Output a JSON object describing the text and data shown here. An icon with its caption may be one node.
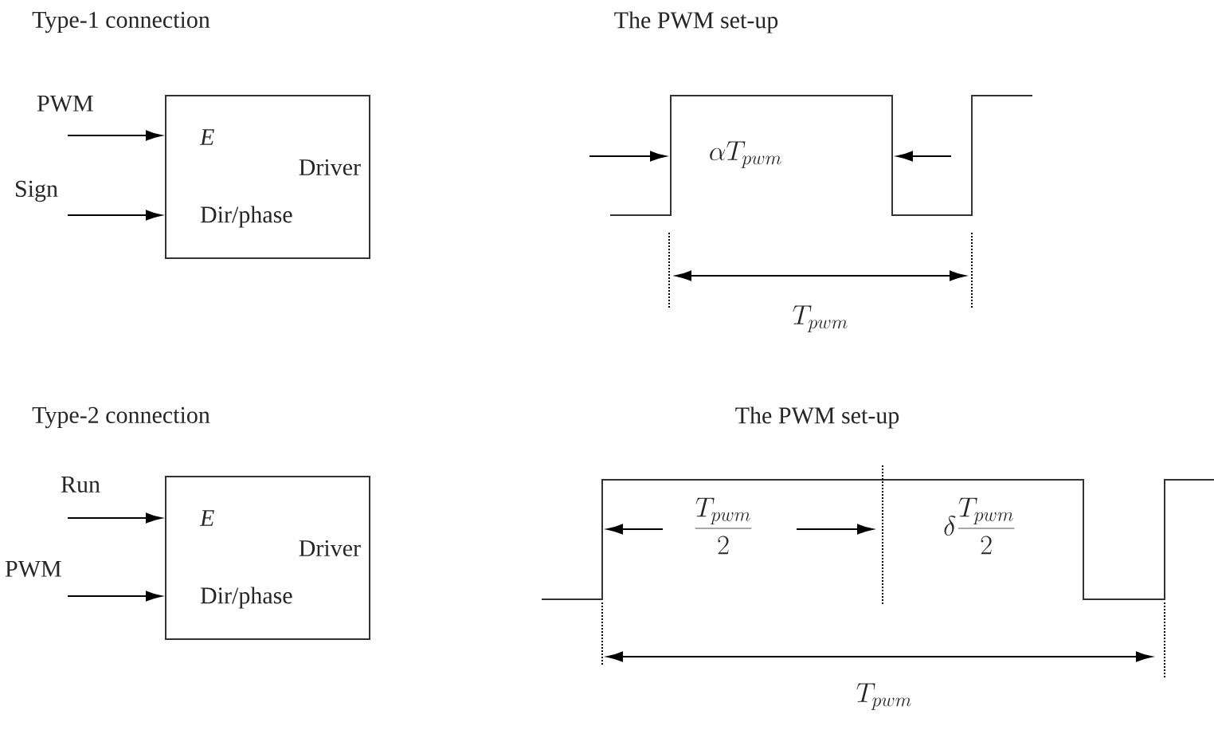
{
  "diagram": {
    "nodes": [
      {
        "text": [
          "E",
          "Driver",
          "Dir/phase"
        ]
      },
      {
        "text": [
          "E",
          "Driver",
          "Dir/phase"
        ]
      }
    ],
    "edges": [
      {
        "from": null,
        "to": 0,
        "arrow": "to",
        "label": "PWM"
      },
      {
        "from": null,
        "to": 0,
        "arrow": "to",
        "label": "Sign"
      },
      {
        "from": null,
        "to": 1,
        "arrow": "to",
        "label": "Run"
      },
      {
        "from": null,
        "to": 1,
        "arrow": "to",
        "label": "PWM"
      }
    ],
    "labels": [
      "Type-1 connection",
      "The PWM set-up",
      "\\alpha T_{pwm}",
      "T_{pwm}",
      "Type-2 connection",
      "The PWM set-up",
      "\\frac{T_{pwm}}{2}",
      "\\delta \\frac{T_{pwm}}{2}",
      "T_{pwm}"
    ]
  }
}
